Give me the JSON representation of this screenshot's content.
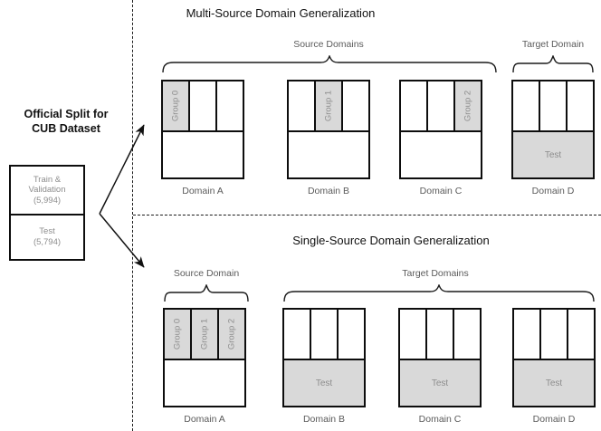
{
  "left_panel": {
    "title_line1": "Official Split for",
    "title_line2": "CUB Dataset",
    "split_box": {
      "train_label_line1": "Train &",
      "train_label_line2": "Validation",
      "train_count": "(5,994)",
      "test_label": "Test",
      "test_count": "(5,794)"
    }
  },
  "sections": {
    "multi": {
      "title": "Multi-Source Domain Generalization",
      "source_brace_label": "Source Domains",
      "target_brace_label": "Target Domain",
      "domains": [
        {
          "label": "Domain A",
          "groups": [
            {
              "text": "Group 0",
              "shaded": true
            },
            {
              "text": "",
              "shaded": false
            },
            {
              "text": "",
              "shaded": false
            }
          ],
          "bottom_text": "",
          "bottom_shaded": false
        },
        {
          "label": "Domain B",
          "groups": [
            {
              "text": "",
              "shaded": false
            },
            {
              "text": "Group 1",
              "shaded": true
            },
            {
              "text": "",
              "shaded": false
            }
          ],
          "bottom_text": "",
          "bottom_shaded": false
        },
        {
          "label": "Domain C",
          "groups": [
            {
              "text": "",
              "shaded": false
            },
            {
              "text": "",
              "shaded": false
            },
            {
              "text": "Group 2",
              "shaded": true
            }
          ],
          "bottom_text": "",
          "bottom_shaded": false
        },
        {
          "label": "Domain D",
          "groups": [
            {
              "text": "",
              "shaded": false
            },
            {
              "text": "",
              "shaded": false
            },
            {
              "text": "",
              "shaded": false
            }
          ],
          "bottom_text": "Test",
          "bottom_shaded": true
        }
      ]
    },
    "single": {
      "title": "Single-Source Domain Generalization",
      "source_brace_label": "Source Domain",
      "target_brace_label": "Target Domains",
      "domains": [
        {
          "label": "Domain A",
          "groups": [
            {
              "text": "Group 0",
              "shaded": true
            },
            {
              "text": "Group 1",
              "shaded": true
            },
            {
              "text": "Group 2",
              "shaded": true
            }
          ],
          "bottom_text": "",
          "bottom_shaded": false
        },
        {
          "label": "Domain B",
          "groups": [
            {
              "text": "",
              "shaded": false
            },
            {
              "text": "",
              "shaded": false
            },
            {
              "text": "",
              "shaded": false
            }
          ],
          "bottom_text": "Test",
          "bottom_shaded": true
        },
        {
          "label": "Domain C",
          "groups": [
            {
              "text": "",
              "shaded": false
            },
            {
              "text": "",
              "shaded": false
            },
            {
              "text": "",
              "shaded": false
            }
          ],
          "bottom_text": "Test",
          "bottom_shaded": true
        },
        {
          "label": "Domain D",
          "groups": [
            {
              "text": "",
              "shaded": false
            },
            {
              "text": "",
              "shaded": false
            },
            {
              "text": "",
              "shaded": false
            }
          ],
          "bottom_text": "Test",
          "bottom_shaded": true
        }
      ]
    }
  },
  "colors": {
    "shade": "#d9d9d9",
    "stroke": "#0d0d0d",
    "muted_text": "#8d8d8d",
    "label_text": "#5b5b5b"
  }
}
